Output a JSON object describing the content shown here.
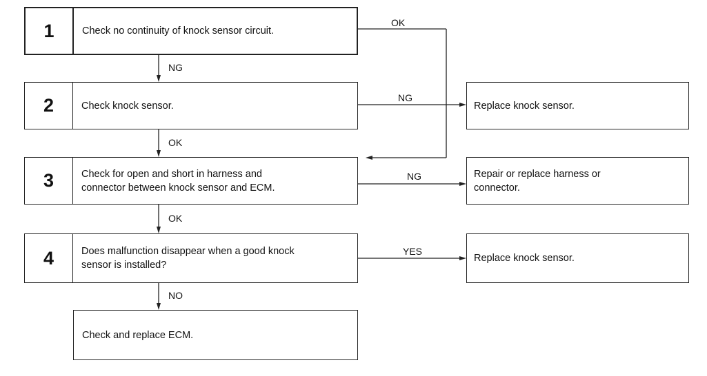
{
  "steps": [
    {
      "number": "1",
      "text": "Check no continuity of knock sensor circuit."
    },
    {
      "number": "2",
      "text": "Check knock sensor."
    },
    {
      "number": "3",
      "text": "Check for open and short in harness and\nconnector between knock sensor and ECM."
    },
    {
      "number": "4",
      "text": "Does malfunction disappear when a good knock\nsensor is installed?"
    }
  ],
  "final_action": "Check and replace ECM.",
  "side_actions": [
    {
      "text": "Replace knock sensor."
    },
    {
      "text": "Repair or replace harness or\nconnector."
    },
    {
      "text": "Replace knock sensor."
    }
  ],
  "branch_labels": {
    "step1_ok": "OK",
    "step1_ng": "NG",
    "step2_ng": "NG",
    "step2_ok": "OK",
    "step3_ng": "NG",
    "step3_ok": "OK",
    "step4_yes": "YES",
    "step4_no": "NO"
  }
}
